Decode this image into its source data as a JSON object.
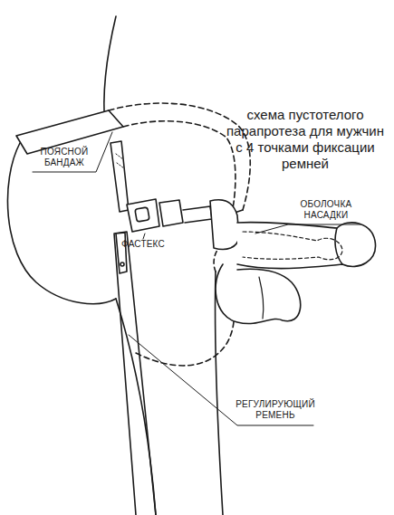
{
  "diagram": {
    "title": "схема пустотелого парапротеза для мужчин с 4 точками фиксации ремней",
    "labels": [
      "ПОЯСНОЙ БАНДАЖ",
      "ФАСТЕКС",
      "ОБОЛОЧКА НАСАДКИ",
      "РЕГУЛИРУЮЩИЙ РЕМЕНЬ"
    ]
  }
}
